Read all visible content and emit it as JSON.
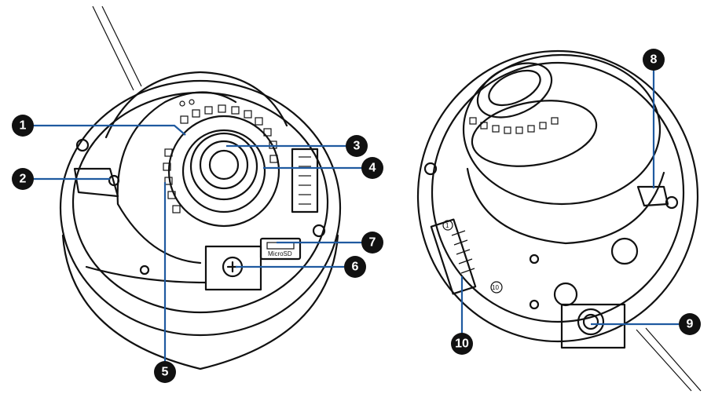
{
  "diagram": {
    "callouts": [
      {
        "id": "c1",
        "label": "1"
      },
      {
        "id": "c2",
        "label": "2"
      },
      {
        "id": "c3",
        "label": "3"
      },
      {
        "id": "c4",
        "label": "4"
      },
      {
        "id": "c5",
        "label": "5"
      },
      {
        "id": "c6",
        "label": "6"
      },
      {
        "id": "c7",
        "label": "7"
      },
      {
        "id": "c8",
        "label": "8"
      },
      {
        "id": "c9",
        "label": "9"
      },
      {
        "id": "c10",
        "label": "10"
      }
    ],
    "card_slot_text": "MicroSD",
    "terminal_first": "1",
    "terminal_last": "10",
    "colors": {
      "leader": "#1f5aa0",
      "badge": "#111111",
      "ink": "#111111"
    }
  }
}
